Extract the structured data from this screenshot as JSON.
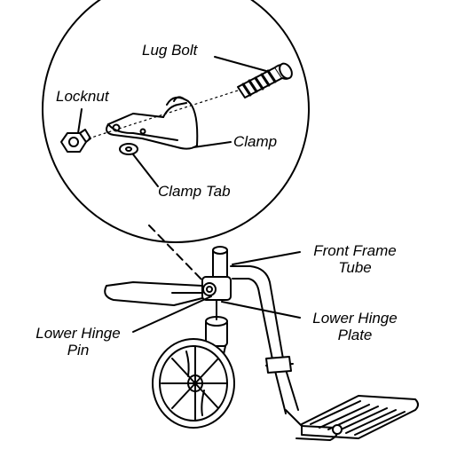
{
  "labels": {
    "lug_bolt": "Lug Bolt",
    "locknut": "Locknut",
    "clamp": "Clamp",
    "clamp_tab": "Clamp Tab",
    "front_frame_tube": "Front Frame Tube",
    "lower_hinge_plate": "Lower Hinge Plate",
    "lower_hinge_pin": "Lower Hinge Pin"
  },
  "colors": {
    "ink": "#000000",
    "background": "#ffffff"
  }
}
